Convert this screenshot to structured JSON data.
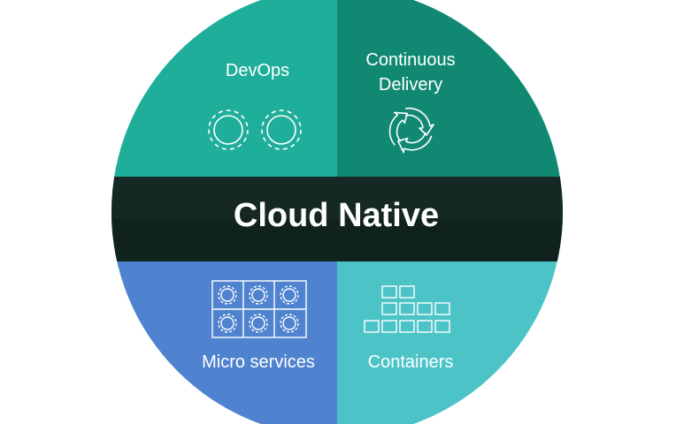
{
  "diagram": {
    "center_label": "Cloud Native",
    "quadrants": [
      {
        "label": "DevOps",
        "color": "#1fae99",
        "icon": "gears-icon"
      },
      {
        "label": "Continuous\nDelivery",
        "color": "#118972",
        "icon": "refresh-cycle-icon"
      },
      {
        "label": "Micro services",
        "color": "#4f83cf",
        "icon": "microservices-grid-icon"
      },
      {
        "label": "Containers",
        "color": "#4cc4c7",
        "icon": "containers-stack-icon"
      }
    ],
    "band_color": "#152824"
  }
}
